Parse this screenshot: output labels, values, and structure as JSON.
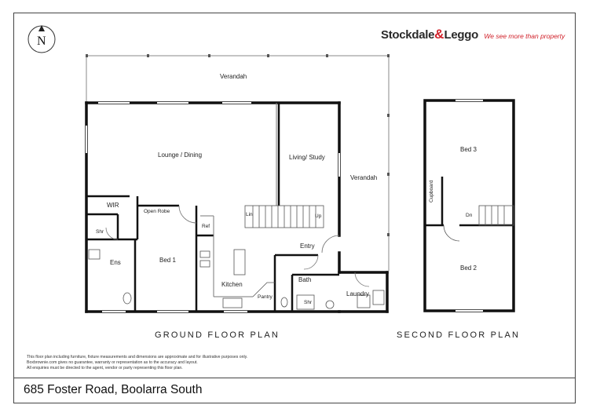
{
  "brand": {
    "name_left": "Stockdale",
    "name_amp": "&",
    "name_right": "Leggo",
    "tagline": "We see more than property"
  },
  "compass": {
    "letter": "N"
  },
  "ground_floor": {
    "title": "GROUND FLOOR PLAN",
    "rooms": {
      "verandah_top": "Verandah",
      "verandah_right": "Verandah",
      "lounge_dining": "Lounge / Dining",
      "living_study": "Living/ Study",
      "wir": "WIR",
      "open_robe": "Open Robe",
      "shr_ens": "Shr",
      "ens": "Ens",
      "bed1": "Bed 1",
      "ref": "Ref",
      "lin": "Lin",
      "up": "Up",
      "entry": "Entry",
      "kitchen": "Kitchen",
      "pantry": "Pantry",
      "bath": "Bath",
      "shr_bath": "Shr",
      "laundry": "Laundry"
    }
  },
  "second_floor": {
    "title": "SECOND FLOOR PLAN",
    "rooms": {
      "bed3": "Bed 3",
      "cupboard": "Cupboard",
      "dn": "Dn",
      "bed2": "Bed 2"
    }
  },
  "disclaimer": [
    "This floor plan including furniture, fixture measurements and dimensions are approximate and for illustrative purposes only.",
    "Boxbrownie.com gives no guarantee, warranty or representation as to the accuracy and layout.",
    "All enquiries must be directed to the agent, vendor or party representing this floor plan."
  ],
  "address": "685 Foster Road, Boolarra South",
  "colors": {
    "wall": "#111111",
    "thin_line": "#777777",
    "brand_red": "#d0212a"
  }
}
